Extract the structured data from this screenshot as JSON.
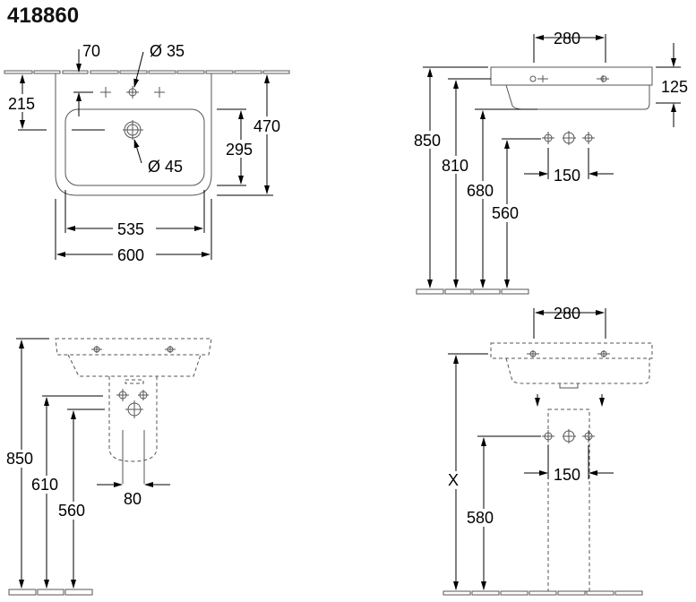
{
  "title": "418860",
  "views": {
    "top": {
      "d70": "70",
      "d35": "Ø 35",
      "d215": "215",
      "d45": "Ø 45",
      "d295": "295",
      "d470": "470",
      "d535": "535",
      "d600": "600"
    },
    "side": {
      "d280": "280",
      "d125": "125",
      "d850": "850",
      "d810": "810",
      "d680": "680",
      "d560": "560",
      "d150": "150"
    },
    "pedestal_front": {
      "d850": "850",
      "d610": "610",
      "d560": "560",
      "d80": "80"
    },
    "pedestal_side": {
      "d280": "280",
      "dx": "X",
      "d580": "580",
      "d150": "150"
    }
  }
}
